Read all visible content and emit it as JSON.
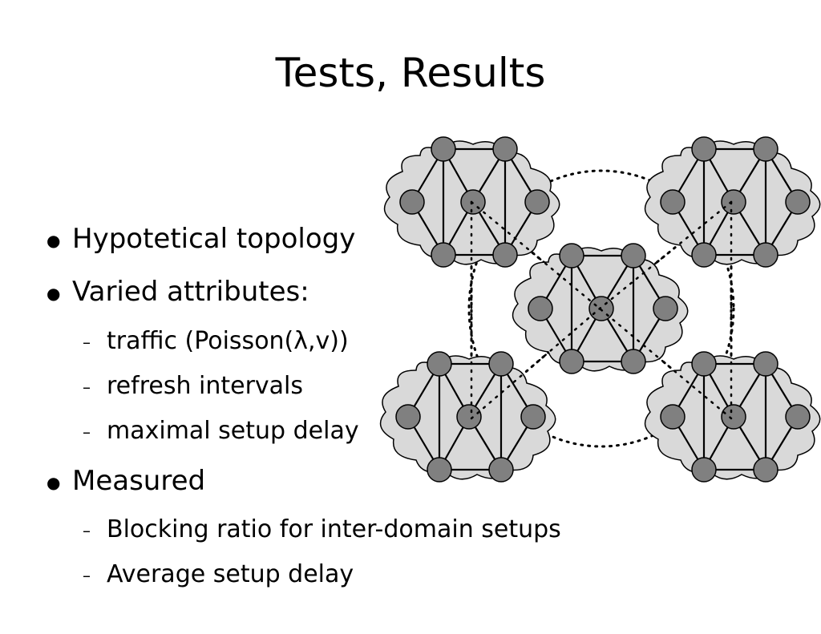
{
  "slide": {
    "title": "Tests, Results",
    "bullets": [
      {
        "text": "Hypotetical topology"
      },
      {
        "text": "Varied attributes:",
        "subs": [
          "traffic (Poisson(λ,v))",
          "refresh intervals",
          "maximal setup delay"
        ]
      },
      {
        "text": "Measured",
        "subs": [
          "Blocking ratio for inter-domain setups",
          "Average setup delay"
        ]
      }
    ]
  },
  "diagram": {
    "cloud_fill": "#d9d9d9",
    "node_fill": "#808080",
    "domains": [
      "top-left",
      "top-right",
      "center",
      "bottom-left",
      "bottom-right"
    ]
  }
}
